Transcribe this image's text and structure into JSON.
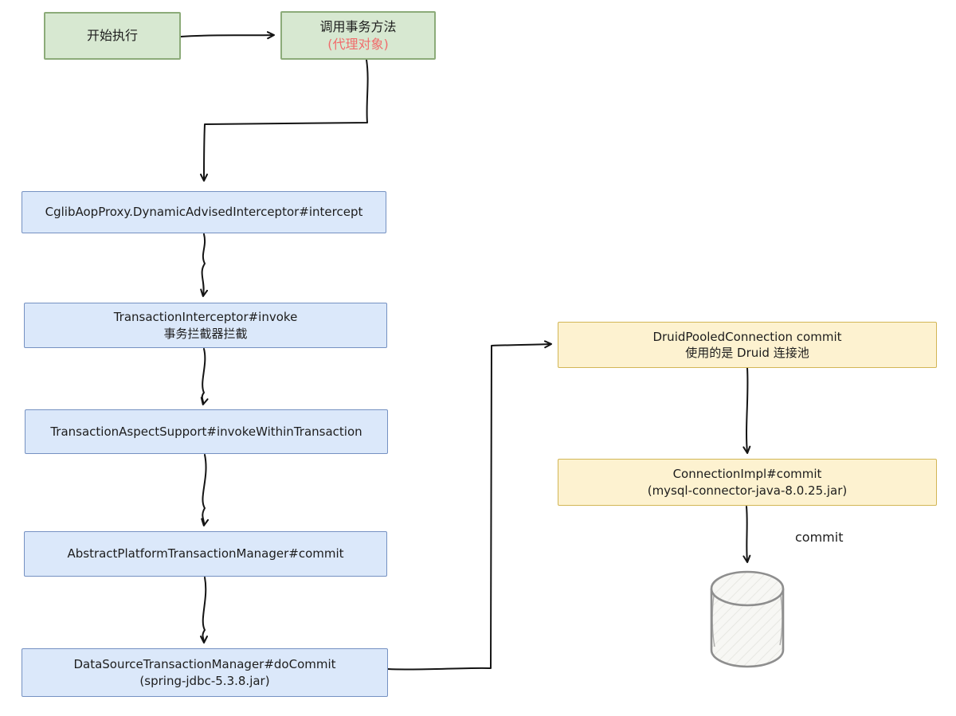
{
  "nodes": {
    "start": {
      "label": "开始执行"
    },
    "call_transaction_method": {
      "title": "调用事务方法",
      "subtitle": "(代理对象)"
    },
    "cglib_intercept": {
      "title": "CglibAopProxy.DynamicAdvisedInterceptor#intercept"
    },
    "transaction_interceptor": {
      "title": "TransactionInterceptor#invoke",
      "subtitle": "事务拦截器拦截"
    },
    "transaction_aspect_support": {
      "title": "TransactionAspectSupport#invokeWithinTransaction"
    },
    "abstract_platform_transaction_manager": {
      "title": "AbstractPlatformTransactionManager#commit"
    },
    "datasource_transaction_manager": {
      "title": "DataSourceTransactionManager#doCommit",
      "subtitle": "(spring-jdbc-5.3.8.jar)"
    },
    "druid_pooled_connection": {
      "title": "DruidPooledConnection commit",
      "subtitle": "使用的是 Druid 连接池"
    },
    "connection_impl": {
      "title": "ConnectionImpl#commit",
      "subtitle": "(mysql-connector-java-8.0.25.jar)"
    },
    "database_commit_label": "commit"
  },
  "colors": {
    "green_fill": "#d7e8d1",
    "green_border": "#8cab79",
    "blue_fill": "#dbe8fa",
    "blue_border": "#7591c2",
    "yellow_fill": "#fdf2d0",
    "yellow_border": "#d2b656",
    "red_text": "#f16b6b",
    "arrow": "#141414",
    "db_stroke": "#8e8e8e"
  }
}
